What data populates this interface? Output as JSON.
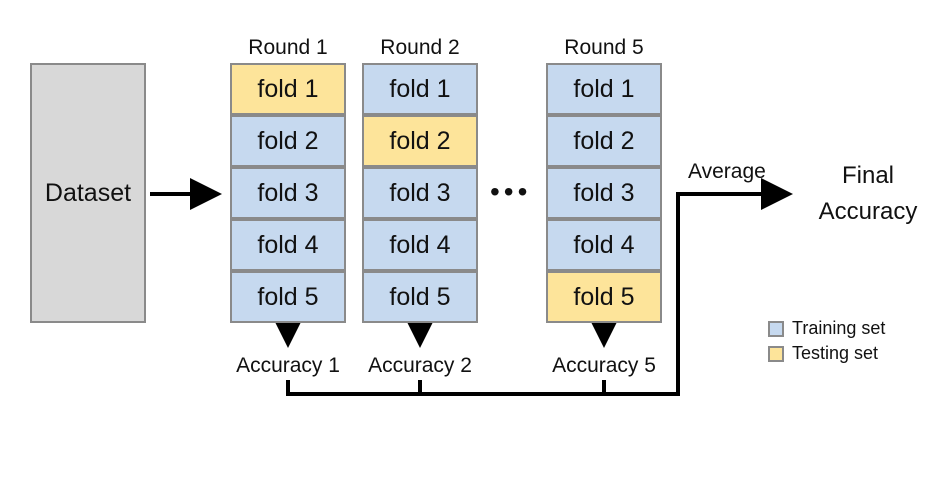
{
  "dataset_label": "Dataset",
  "rounds": [
    {
      "title": "Round 1",
      "folds": [
        "fold 1",
        "fold 2",
        "fold 3",
        "fold 4",
        "fold 5"
      ],
      "test_index": 0,
      "accuracy": "Accuracy 1"
    },
    {
      "title": "Round 2",
      "folds": [
        "fold 1",
        "fold 2",
        "fold 3",
        "fold 4",
        "fold 5"
      ],
      "test_index": 1,
      "accuracy": "Accuracy 2"
    },
    {
      "title": "Round 5",
      "folds": [
        "fold 1",
        "fold 2",
        "fold 3",
        "fold 4",
        "fold 5"
      ],
      "test_index": 4,
      "accuracy": "Accuracy 5"
    }
  ],
  "ellipsis": "•••",
  "average_label": "Average",
  "final_label_line1": "Final",
  "final_label_line2": "Accuracy",
  "legend": [
    {
      "label": "Training set",
      "color": "#c6d9ef"
    },
    {
      "label": "Testing set",
      "color": "#fde49a"
    }
  ],
  "colors": {
    "training": "#c6d9ef",
    "testing": "#fde49a",
    "dataset": "#d8d8d8",
    "border": "#8a8a8a"
  }
}
